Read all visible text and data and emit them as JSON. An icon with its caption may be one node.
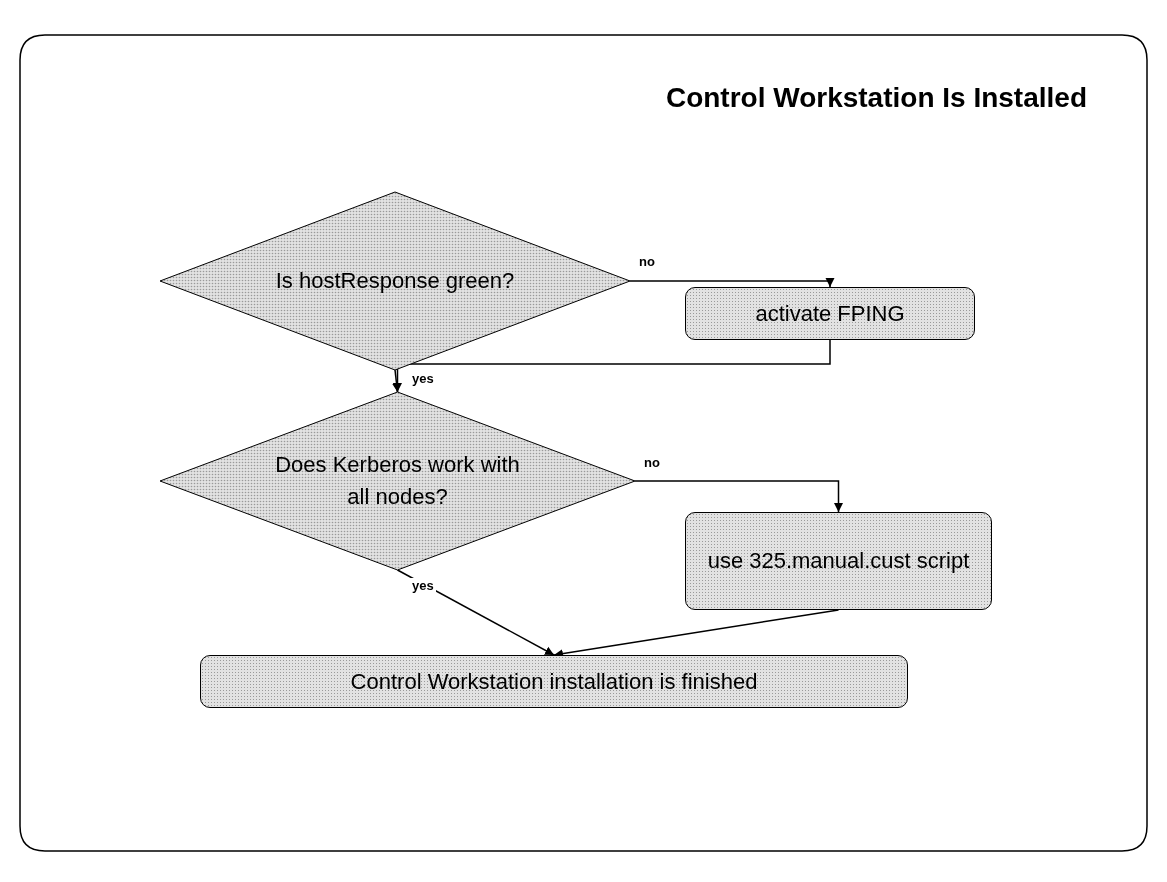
{
  "diagram": {
    "title": "Control Workstation Is Installed",
    "nodes": [
      {
        "text": [
          "Is hostResponse green?"
        ]
      },
      {
        "text": [
          "activate FPING"
        ]
      },
      {
        "text": [
          "Does Kerberos work with all nodes?"
        ]
      },
      {
        "text": [
          "use 325.manual.cust script"
        ]
      },
      {
        "text": [
          "Control Workstation installation is finished"
        ]
      }
    ],
    "edges": [
      {
        "from": 0,
        "to": 1,
        "arrow": "to",
        "label": "no"
      },
      {
        "from": 0,
        "to": 2,
        "arrow": "to",
        "label": "yes"
      },
      {
        "from": 1,
        "to": 2,
        "arrow": "to"
      },
      {
        "from": 2,
        "to": 3,
        "arrow": "to",
        "label": "no"
      },
      {
        "from": 2,
        "to": 4,
        "arrow": "to",
        "label": "yes"
      },
      {
        "from": 3,
        "to": 4,
        "arrow": "to"
      }
    ]
  }
}
